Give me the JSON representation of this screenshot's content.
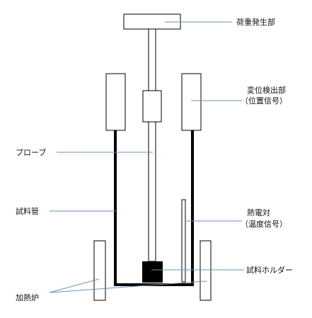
{
  "labels": {
    "load_generator": "荷重発生部",
    "displacement_detector_line1": "変位検出部",
    "displacement_detector_line2": "（位置信号）",
    "probe": "プローブ",
    "sample_tube": "試料管",
    "thermocouple_line1": "熱電対",
    "thermocouple_line2": "（温度信号）",
    "sample_holder": "試料ホルダー",
    "heating_furnace": "加熱炉"
  },
  "colors": {
    "leader_line": "#6f8fb8",
    "outline": "#000000",
    "holder_fill": "#000000"
  }
}
